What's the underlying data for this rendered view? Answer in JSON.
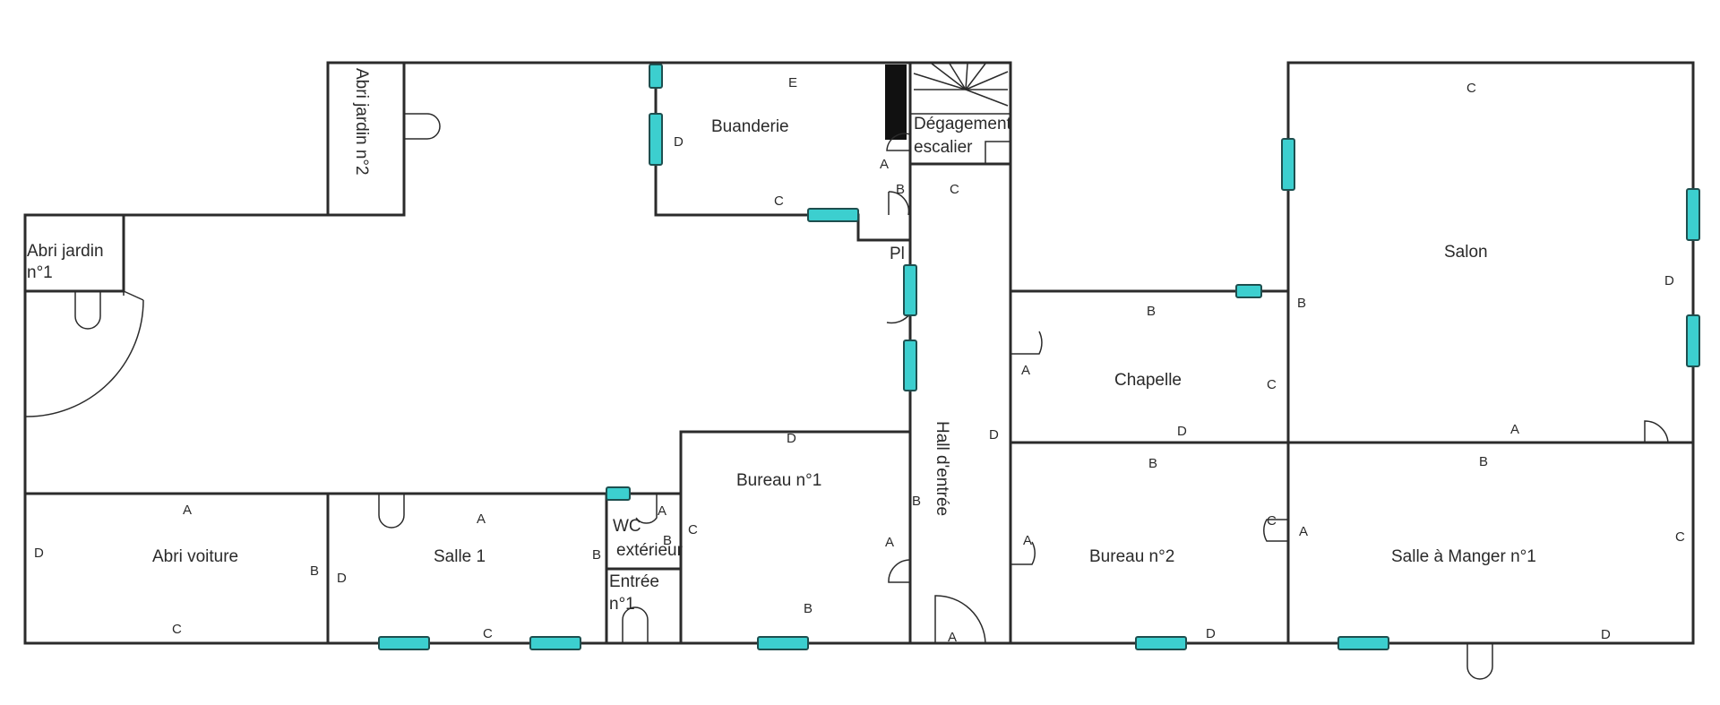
{
  "rooms": {
    "abri_jardin_1": [
      "Abri jardin",
      "n°1"
    ],
    "abri_jardin_2": "Abri jardin n°2",
    "buanderie": "Buanderie",
    "degagement": [
      "Dégagement",
      "escalier"
    ],
    "pl": "Pl",
    "salon": "Salon",
    "chapelle": "Chapelle",
    "hall": "Hall d'entrée",
    "bureau1": "Bureau n°1",
    "bureau2": "Bureau n°2",
    "abri_voiture": "Abri voiture",
    "salle1": "Salle 1",
    "wc": [
      "WC",
      "extérieur"
    ],
    "entree": [
      "Entrée",
      "n°1"
    ],
    "salle_manger": "Salle à Manger n°1"
  },
  "wall_labels": {
    "buanderie_e": "E",
    "buanderie_d": "D",
    "buanderie_c": "C",
    "degagement_a": "A",
    "pl_b": "B",
    "hall_c_top": "C",
    "salon_c": "C",
    "salon_b": "B",
    "salon_d": "D",
    "salon_a": "A",
    "chapelle_b": "B",
    "chapelle_a": "A",
    "chapelle_c": "C",
    "chapelle_d": "D",
    "hall_d": "D",
    "bureau1_d": "D",
    "bureau1_c": "C",
    "bureau1_a": "A",
    "bureau1_b": "B",
    "hall_b": "B",
    "hall_a": "A",
    "bureau2_b": "B",
    "bureau2_a": "A",
    "bureau2_c": "C",
    "bureau2_d": "D",
    "salle_manger_b": "B",
    "salle_manger_a": "A",
    "salle_manger_c": "C",
    "salle_manger_d": "D",
    "abri_voiture_a": "A",
    "abri_voiture_d": "D",
    "abri_voiture_b": "B",
    "abri_voiture_c": "C",
    "salle1_a": "A",
    "salle1_d": "D",
    "salle1_c": "C",
    "salle1_b": "B",
    "wc_a": "A",
    "wc_b": "B"
  },
  "colors": {
    "window": "#3ccfcf",
    "wall": "#2b2b2b"
  }
}
